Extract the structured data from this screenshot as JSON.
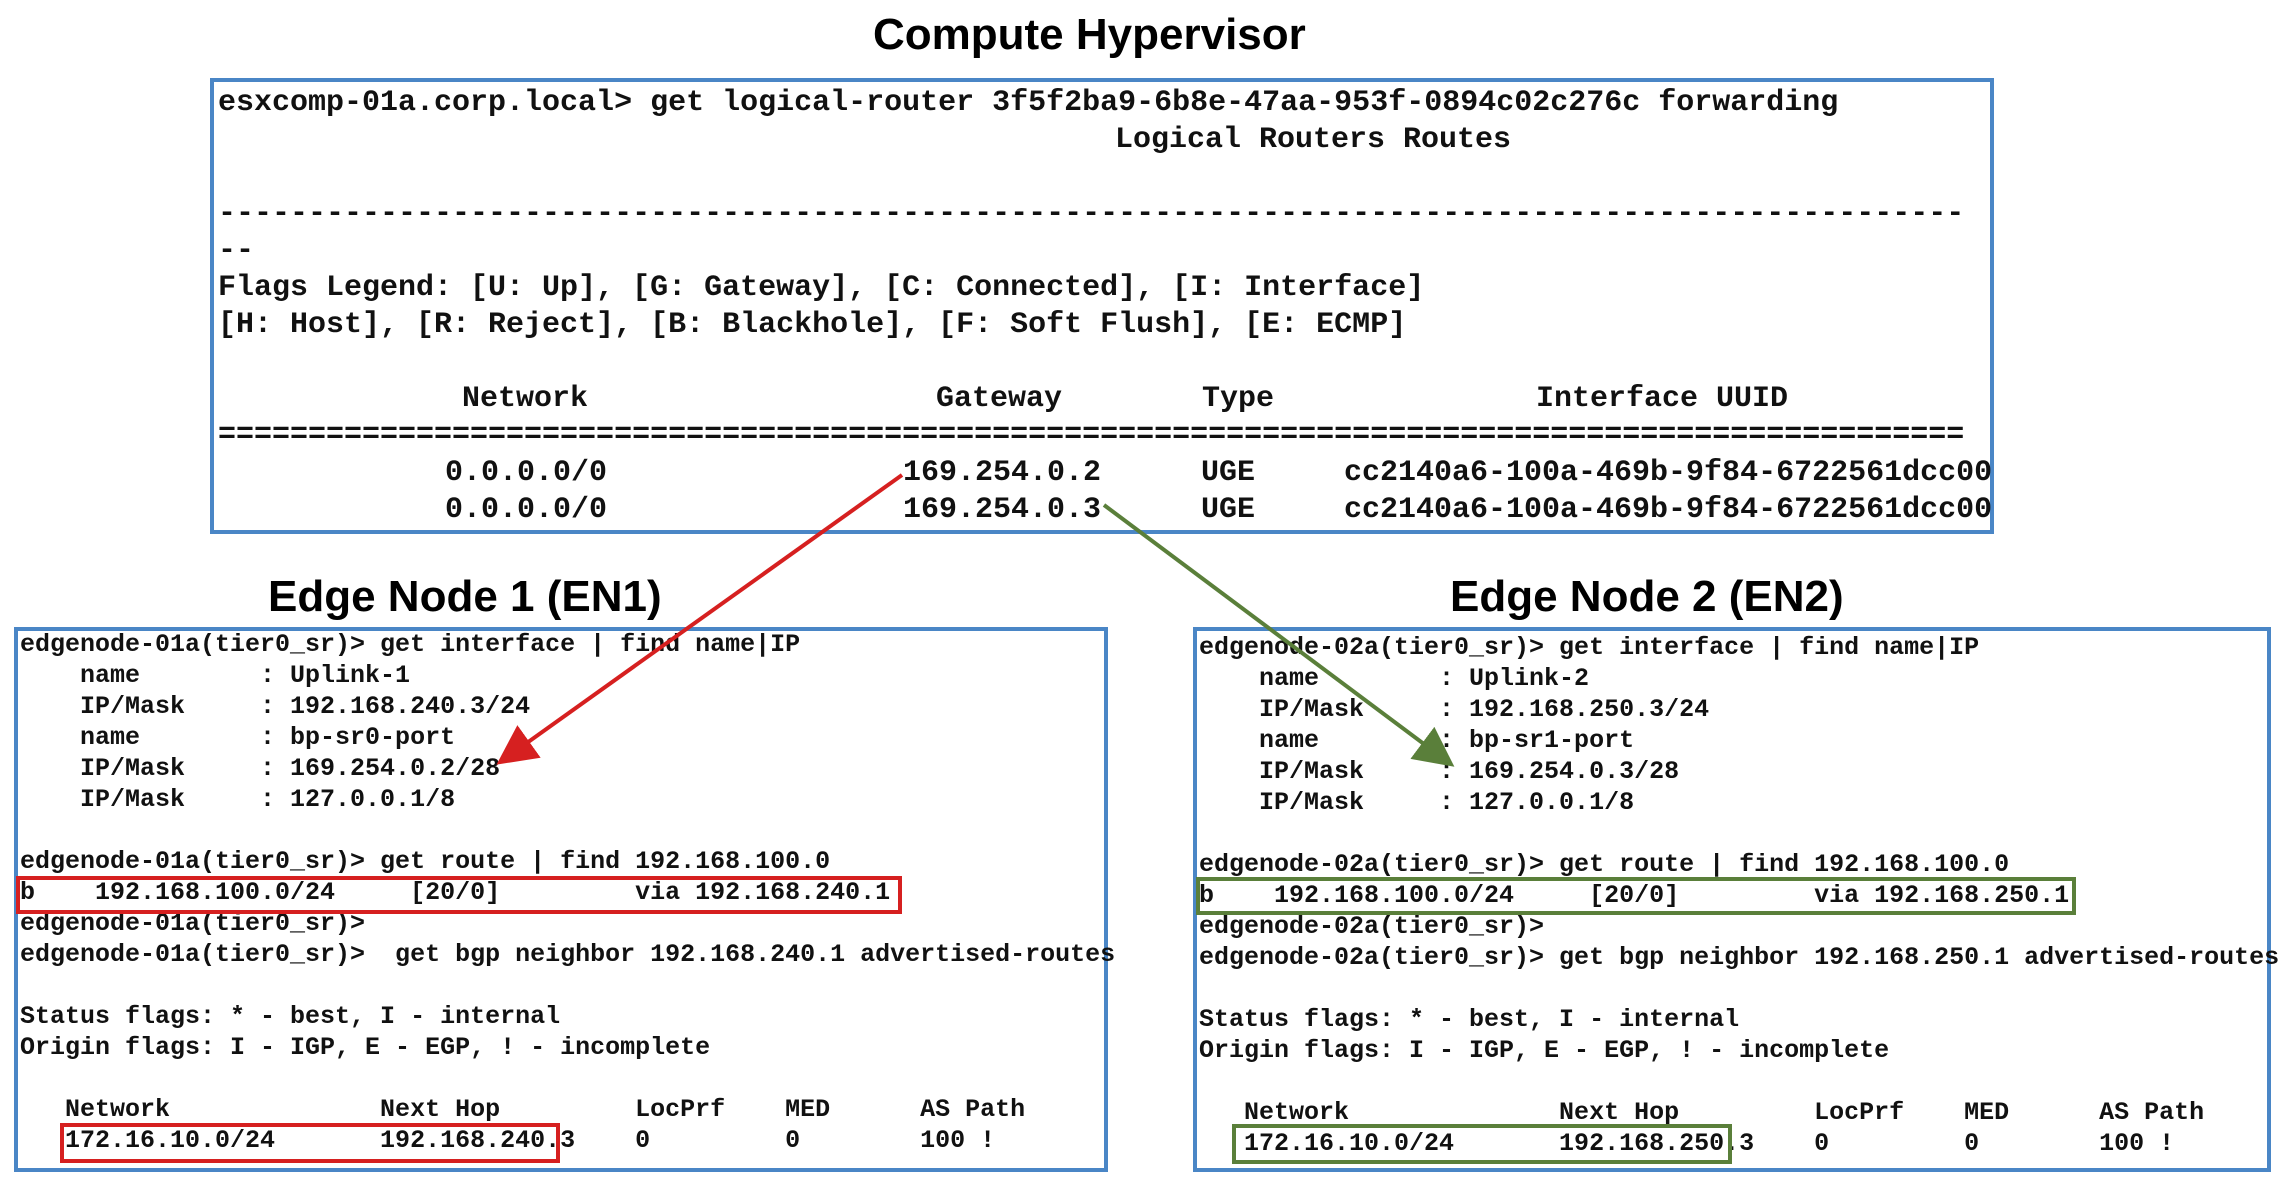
{
  "titles": {
    "compute": "Compute Hypervisor",
    "en1": "Edge Node 1 (EN1)",
    "en2": "Edge Node 2 (EN2)"
  },
  "compute": {
    "command": "esxcomp-01a.corp.local> get logical-router 3f5f2ba9-6b8e-47aa-953f-0894c02c276c forwarding",
    "subtitle": "Logical Routers Routes",
    "dash_line": "-------------------------------------------------------------------------------------------------",
    "dash_wrap": "--",
    "legend1": "Flags Legend: [U: Up], [G: Gateway], [C: Connected], [I: Interface]",
    "legend2": "[H: Host], [R: Reject], [B: Blackhole], [F: Soft Flush], [E: ECMP]",
    "header": {
      "network": "Network",
      "gateway": "Gateway",
      "type": "Type",
      "uuid": "Interface UUID"
    },
    "eq_line": "=================================================================================================",
    "rows": [
      {
        "network": "0.0.0.0/0",
        "gateway": "169.254.0.2",
        "type": "UGE",
        "uuid": "cc2140a6-100a-469b-9f84-6722561dcc00"
      },
      {
        "network": "0.0.0.0/0",
        "gateway": "169.254.0.3",
        "type": "UGE",
        "uuid": "cc2140a6-100a-469b-9f84-6722561dcc00"
      }
    ]
  },
  "en1": {
    "lines": [
      "edgenode-01a(tier0_sr)> get interface | find name|IP",
      "    name        : Uplink-1",
      "    IP/Mask     : 192.168.240.3/24",
      "    name        : bp-sr0-port",
      "    IP/Mask     : 169.254.0.2/28",
      "    IP/Mask     : 127.0.0.1/8",
      "",
      "edgenode-01a(tier0_sr)> get route | find 192.168.100.0",
      "b    192.168.100.0/24     [20/0]         via 192.168.240.1",
      "edgenode-01a(tier0_sr)>",
      "edgenode-01a(tier0_sr)>  get bgp neighbor 192.168.240.1 advertised-routes",
      "",
      "Status flags: * - best, I - internal",
      "Origin flags: I - IGP, E - EGP, ! - incomplete",
      "",
      "   Network              Next Hop         LocPrf    MED      AS Path",
      "   172.16.10.0/24       192.168.240.3    0         0        100 !"
    ]
  },
  "en2": {
    "lines": [
      "edgenode-02a(tier0_sr)> get interface | find name|IP",
      "    name        : Uplink-2",
      "    IP/Mask     : 192.168.250.3/24",
      "    name        : bp-sr1-port",
      "    IP/Mask     : 169.254.0.3/28",
      "    IP/Mask     : 127.0.0.1/8",
      "",
      "edgenode-02a(tier0_sr)> get route | find 192.168.100.0",
      "b    192.168.100.0/24     [20/0]         via 192.168.250.1",
      "edgenode-02a(tier0_sr)>",
      "edgenode-02a(tier0_sr)> get bgp neighbor 192.168.250.1 advertised-routes",
      "",
      "Status flags: * - best, I - internal",
      "Origin flags: I - IGP, E - EGP, ! - incomplete",
      "",
      "   Network              Next Hop         LocPrf    MED      AS Path",
      "   172.16.10.0/24       192.168.250.3    0         0        100 !"
    ]
  },
  "colors": {
    "panel_border": "#4a86c6",
    "red": "#d62020",
    "green": "#5a7f3a"
  }
}
